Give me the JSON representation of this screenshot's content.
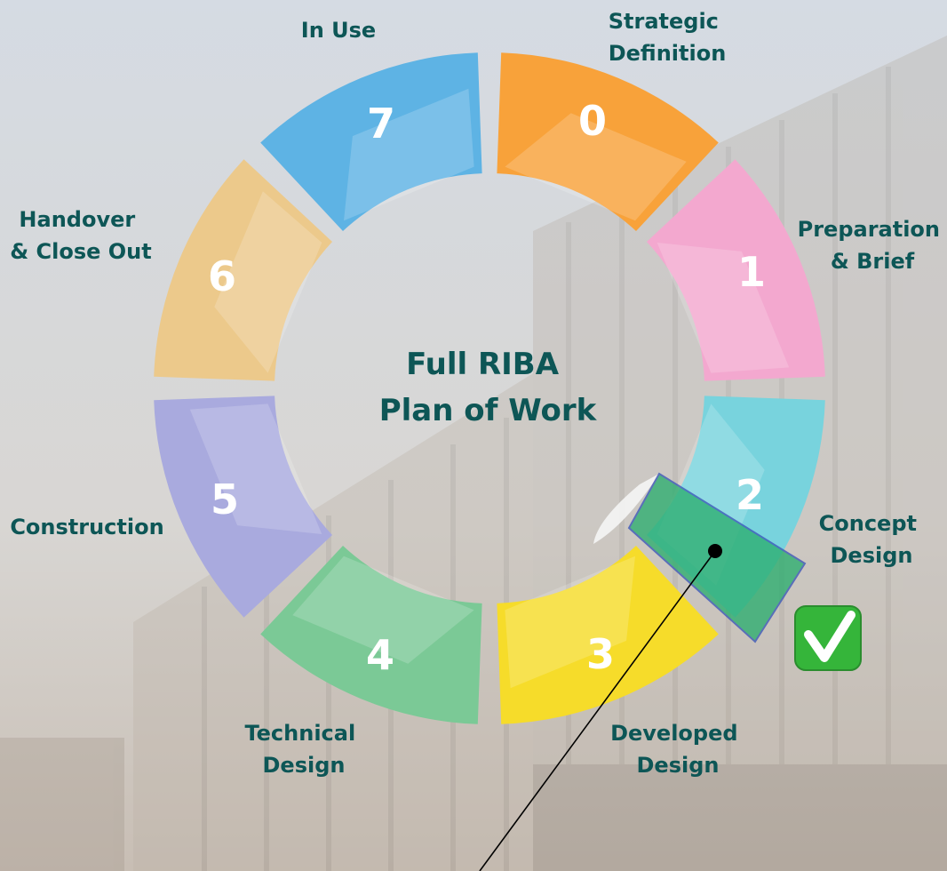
{
  "title_lines": [
    "Full RIBA",
    "Plan of Work"
  ],
  "stages": [
    {
      "number": "0",
      "label_lines": [
        "Strategic",
        "Definition"
      ],
      "color": "#f8a23a"
    },
    {
      "number": "1",
      "label_lines": [
        "Preparation",
        "& Brief"
      ],
      "color": "#f3a8cf"
    },
    {
      "number": "2",
      "label_lines": [
        "Concept",
        "Design"
      ],
      "color": "#78d3dd"
    },
    {
      "number": "3",
      "label_lines": [
        "Developed",
        "Design"
      ],
      "color": "#f6dc2a"
    },
    {
      "number": "4",
      "label_lines": [
        "Technical",
        "Design"
      ],
      "color": "#7bc996"
    },
    {
      "number": "5",
      "label_lines": [
        "Construction"
      ],
      "color": "#a9aade"
    },
    {
      "number": "6",
      "label_lines": [
        "Handover",
        "& Close Out"
      ],
      "color": "#ecc98b"
    },
    {
      "number": "7",
      "label_lines": [
        "In Use"
      ],
      "color": "#5eb3e4"
    }
  ],
  "completed_stage": "2",
  "colors": {
    "text": "#0d5656",
    "highlight": "#2cae6f",
    "check_badge": "#35b53a",
    "background": "#cfd6db"
  },
  "icons": {
    "check": "check-mark-icon"
  }
}
